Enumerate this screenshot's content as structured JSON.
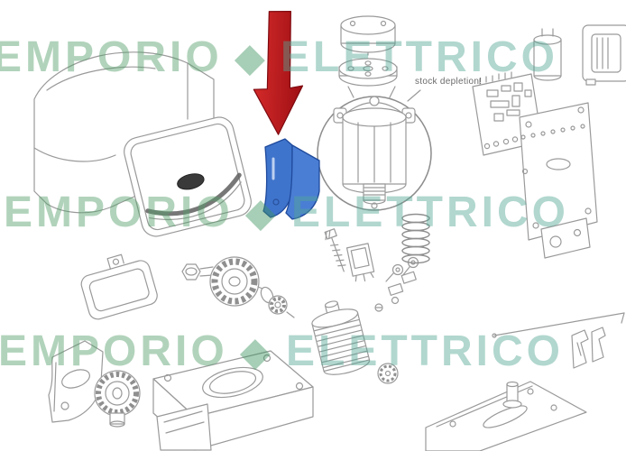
{
  "watermark": {
    "word_left": "EMPORIO",
    "word_right": "ELETTRICO",
    "separator": "◆"
  },
  "annotations": {
    "stock_note": "stock depletion!"
  },
  "colors": {
    "arrow_red": "#b71218",
    "highlight_blue": "#3f74cc",
    "watermark_green": "#55a06a",
    "watermark_teal": "#55a795",
    "line_art_gray": "#9a9a9a"
  },
  "parts": [
    "housing-cover",
    "front-cover",
    "came-logo",
    "highlight-bracket",
    "pointer-arrow",
    "detail-magnifier",
    "motor-detail",
    "motor-cap-assembly",
    "control-board",
    "mounting-plate",
    "capacitor",
    "transformer",
    "antenna-wire",
    "fixing-clips",
    "drive-shaft-gear",
    "worm-gear",
    "limit-switch-assembly",
    "spring",
    "fixing-screw",
    "gearbox-base",
    "pinion-gear",
    "release-bracket",
    "cover-clip",
    "base-plate",
    "base-pin"
  ]
}
